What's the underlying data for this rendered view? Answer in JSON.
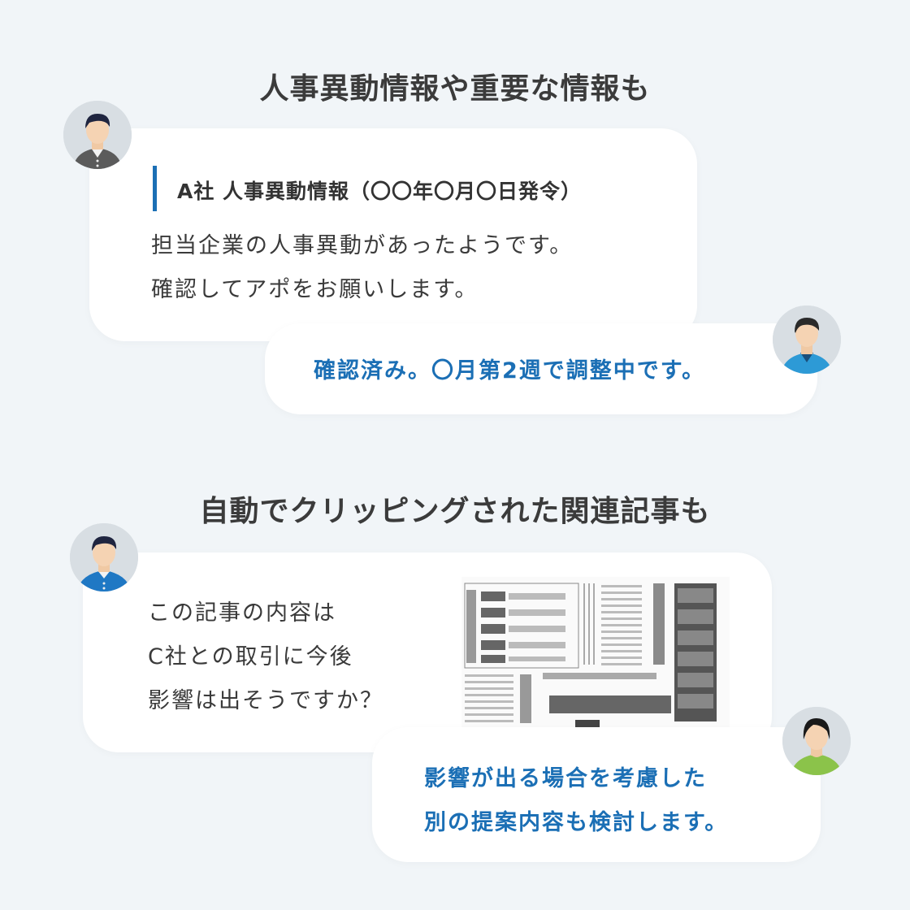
{
  "section1": {
    "heading": "人事異動情報や重要な情報も",
    "card_title": "A社 人事異動情報（〇〇年〇月〇日発令）",
    "message_lines": [
      "担当企業の人事異動があったようです。",
      "確認してアポをお願いします。"
    ],
    "reply": "確認済み。〇月第2週で調整中です。"
  },
  "section2": {
    "heading": "自動でクリッピングされた関連記事も",
    "message_lines": [
      "この記事の内容は",
      "C社との取引に今後",
      "影響は出そうですか？"
    ],
    "reply_lines": [
      "影響が出る場合を考慮した",
      "別の提案内容も検討します。"
    ]
  },
  "colors": {
    "background": "#f1f5f8",
    "accent": "#1b6fb5",
    "bubble": "#ffffff"
  },
  "icons": [
    "person-avatar-gray-shirt",
    "person-avatar-blue-shirt",
    "person-avatar-green-shirt",
    "newspaper-clipping"
  ]
}
